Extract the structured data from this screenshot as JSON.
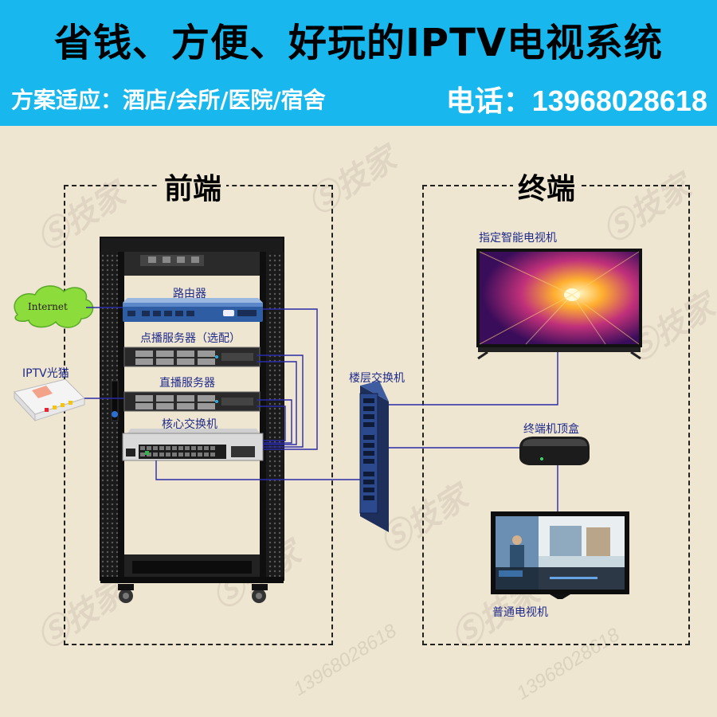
{
  "header": {
    "title": "省钱、方便、好玩的IPTV电视系统",
    "scope": "方案适应：酒店/会所/医院/宿舍",
    "phone": "电话：13968028618"
  },
  "watermark": {
    "text": "技家",
    "number": "13968028618"
  },
  "front_end": {
    "title": "前端",
    "internet_label": "Internet",
    "modem_label": "IPTV光猫",
    "router_label": "路由器",
    "vod_server_label": "点播服务器（选配）",
    "live_server_label": "直播服务器",
    "core_switch_label": "核心交换机"
  },
  "floor_switch_label": "楼层交换机",
  "terminal": {
    "title": "终端",
    "smart_tv_label": "指定智能电视机",
    "stb_label": "终端机顶盒",
    "regular_tv_label": "普通电视机"
  },
  "colors": {
    "header_bg": "#18b7ee",
    "page_bg": "#efe6d2",
    "link_line": "#2a2aa8"
  }
}
